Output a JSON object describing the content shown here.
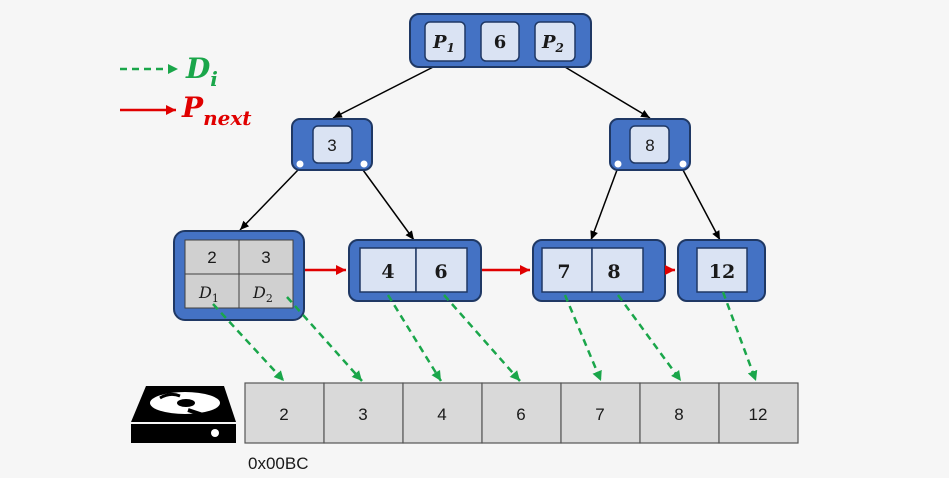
{
  "legend": {
    "data_pointer_symbol": "D",
    "data_pointer_sub": "i",
    "next_pointer_symbol": "P",
    "next_pointer_sub": "next",
    "data_color": "#1aa64a",
    "next_color": "#e00000"
  },
  "root": {
    "p1_symbol": "P",
    "p1_sub": "1",
    "key": "6",
    "p2_symbol": "P",
    "p2_sub": "2"
  },
  "internal": {
    "left_key": "3",
    "right_key": "8"
  },
  "leaves": {
    "leaf1": {
      "keys": [
        "2",
        "3"
      ],
      "d1_symbol": "D",
      "d1_sub": "1",
      "d2_symbol": "D",
      "d2_sub": "2"
    },
    "leaf2": {
      "keys": [
        "4",
        "6"
      ]
    },
    "leaf3": {
      "keys": [
        "7",
        "8"
      ]
    },
    "leaf4": {
      "keys": [
        "12"
      ]
    }
  },
  "disk": {
    "cells": [
      "2",
      "3",
      "4",
      "6",
      "7",
      "8",
      "12"
    ],
    "address": "0x00BC",
    "icon": "hard-disk-icon"
  },
  "colors": {
    "node_fill": "#4472c4",
    "cell_fill": "#dae3f3",
    "disk_cell_fill": "#d9d9d9"
  }
}
